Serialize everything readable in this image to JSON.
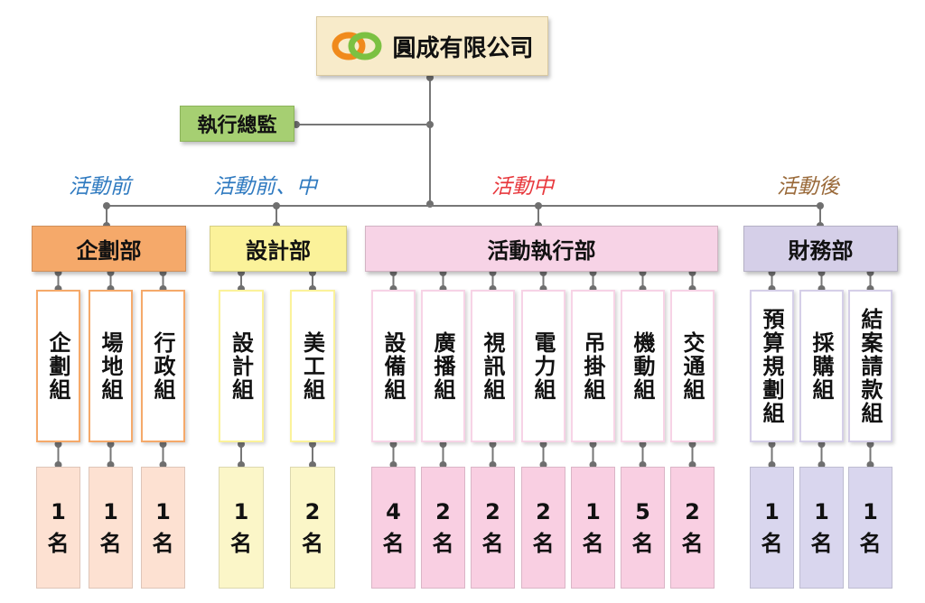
{
  "company": {
    "name": "圓成有限公司",
    "logo_icon": "interlocking-rings-logo"
  },
  "ceo": {
    "title": "執行總監"
  },
  "colors": {
    "line": "#777777",
    "planning": "#f5a96a",
    "planning_light": "#fde1d2",
    "design": "#fbf29a",
    "design_light": "#fbf6c8",
    "exec": "#f7d3e6",
    "exec_light": "#f9cfe2",
    "finance": "#d5cfe8",
    "finance_light": "#d9d6ee",
    "phase_blue": "#2f7ac0",
    "phase_red": "#e8383d",
    "phase_brown": "#9a6a3a"
  },
  "departments": [
    {
      "id": "planning",
      "name": "企劃部",
      "phase": "活動前",
      "teams": [
        {
          "name": "企劃組",
          "staff": "1",
          "unit": "名"
        },
        {
          "name": "場地組",
          "staff": "1",
          "unit": "名"
        },
        {
          "name": "行政組",
          "staff": "1",
          "unit": "名"
        }
      ]
    },
    {
      "id": "design",
      "name": "設計部",
      "phase": "活動前、中",
      "teams": [
        {
          "name": "設計組",
          "staff": "1",
          "unit": "名"
        },
        {
          "name": "美工組",
          "staff": "2",
          "unit": "名"
        }
      ]
    },
    {
      "id": "exec",
      "name": "活動執行部",
      "phase": "活動中",
      "teams": [
        {
          "name": "設備組",
          "staff": "4",
          "unit": "名"
        },
        {
          "name": "廣播組",
          "staff": "2",
          "unit": "名"
        },
        {
          "name": "視訊組",
          "staff": "2",
          "unit": "名"
        },
        {
          "name": "電力組",
          "staff": "2",
          "unit": "名"
        },
        {
          "name": "吊掛組",
          "staff": "1",
          "unit": "名"
        },
        {
          "name": "機動組",
          "staff": "5",
          "unit": "名"
        },
        {
          "name": "交通組",
          "staff": "2",
          "unit": "名"
        }
      ]
    },
    {
      "id": "finance",
      "name": "財務部",
      "phase": "活動後",
      "teams": [
        {
          "name": "預算規劃組",
          "staff": "1",
          "unit": "名"
        },
        {
          "name": "採購組",
          "staff": "1",
          "unit": "名"
        },
        {
          "name": "結案請款組",
          "staff": "1",
          "unit": "名"
        }
      ]
    }
  ]
}
